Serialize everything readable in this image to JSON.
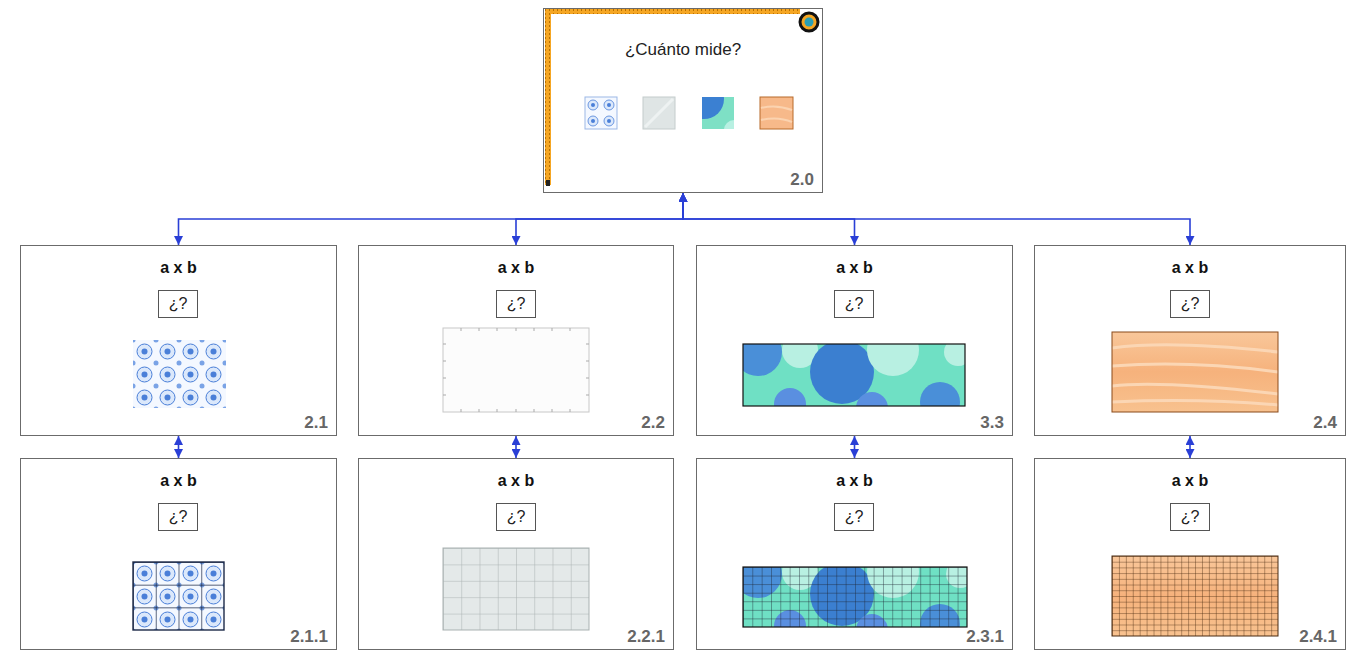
{
  "diagram": {
    "nodes": [
      {
        "text": [
          "¿Cuánto mide?",
          "2.0"
        ]
      },
      {
        "text": [
          "a x b",
          "2.1"
        ]
      },
      {
        "text": [
          "¿?"
        ],
        "in": 1
      },
      {
        "text": [
          "a x b",
          "2.2"
        ]
      },
      {
        "text": [
          "¿?"
        ],
        "in": 3
      },
      {
        "text": [
          "a x b",
          "3.3"
        ]
      },
      {
        "text": [
          "¿?"
        ],
        "in": 5
      },
      {
        "text": [
          "a x b",
          "2.4"
        ]
      },
      {
        "text": [
          "¿?"
        ],
        "in": 7
      },
      {
        "text": [
          "a x b",
          "2.1.1"
        ]
      },
      {
        "text": [
          "¿?"
        ],
        "in": 9
      },
      {
        "text": [
          "a x b",
          "2.2.1"
        ]
      },
      {
        "text": [
          "¿?"
        ],
        "in": 11
      },
      {
        "text": [
          "a x b",
          "2.3.1"
        ]
      },
      {
        "text": [
          "¿?"
        ],
        "in": 13
      },
      {
        "text": [
          "a x b",
          "2.4.1"
        ]
      },
      {
        "text": [
          "¿?"
        ],
        "in": 15
      }
    ],
    "edges": [
      {
        "from": 0,
        "to": 1,
        "arrow": "both"
      },
      {
        "from": 0,
        "to": 3,
        "arrow": "both"
      },
      {
        "from": 0,
        "to": 5,
        "arrow": "both"
      },
      {
        "from": 0,
        "to": 7,
        "arrow": "both"
      },
      {
        "from": 1,
        "to": 9,
        "arrow": "both"
      },
      {
        "from": 3,
        "to": 11,
        "arrow": "both"
      },
      {
        "from": 5,
        "to": 13,
        "arrow": "both"
      },
      {
        "from": 7,
        "to": 15,
        "arrow": "both"
      }
    ]
  }
}
